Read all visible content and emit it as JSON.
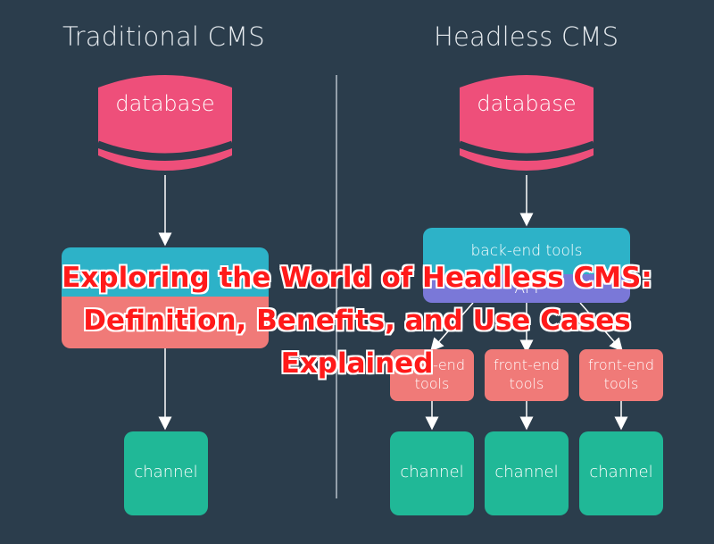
{
  "traditional": {
    "heading": "Traditional CMS",
    "database_label": "database",
    "channel_label": "channel"
  },
  "headless": {
    "heading": "Headless CMS",
    "database_label": "database",
    "backend_label": "back-end tools",
    "api_label": "API",
    "frontend_tools": [
      {
        "line1": "front-end",
        "line2": "tools"
      },
      {
        "line1": "front-end",
        "line2": "tools"
      },
      {
        "line1": "front-end",
        "line2": "tools"
      }
    ],
    "channels": [
      {
        "label": "channel"
      },
      {
        "label": "channel"
      },
      {
        "label": "channel"
      }
    ]
  },
  "overlay": {
    "title_line1": "Exploring the World of Headless CMS:",
    "title_line2": "Definition, Benefits, and Use Cases",
    "title_line3": "Explained"
  },
  "colors": {
    "background": "#2b3d4c",
    "database": "#ee4f7a",
    "backend": "#2db2c8",
    "api": "#7a78d8",
    "frontend": "#f07a78",
    "channel": "#20b897",
    "overlay_text": "#ff1a1a"
  }
}
